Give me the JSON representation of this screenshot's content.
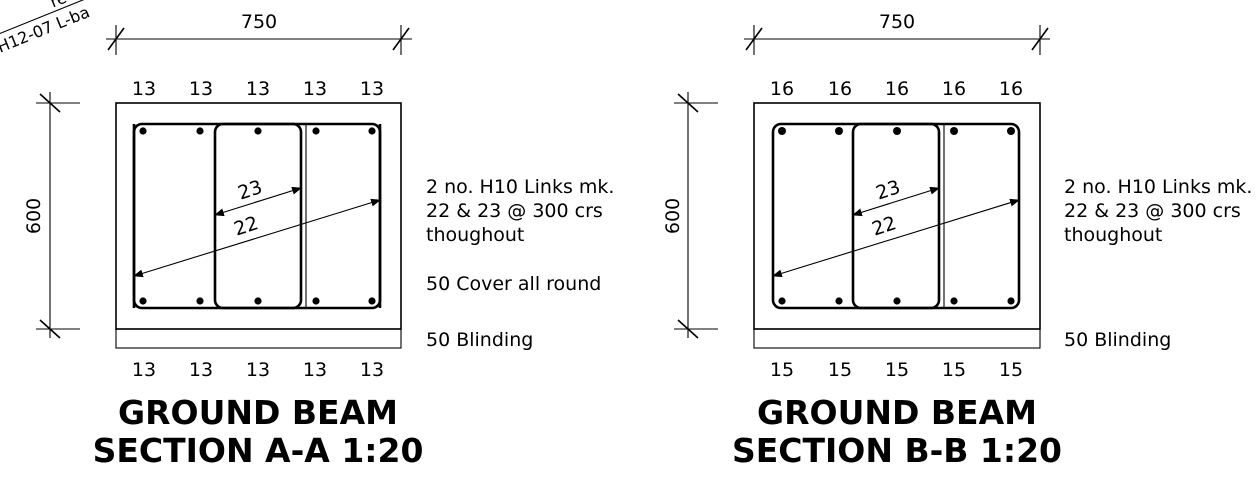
{
  "corner_tag": {
    "line1": "re",
    "line2": "H12-07 L-ba"
  },
  "sections": [
    {
      "id": "A-A",
      "width_dim": "750",
      "depth_dim": "600",
      "top_bar_labels": [
        "13",
        "13",
        "13",
        "13",
        "13"
      ],
      "bottom_bar_labels": [
        "13",
        "13",
        "13",
        "13",
        "13"
      ],
      "link_mark_inner": "23",
      "link_mark_outer": "22",
      "notes": {
        "links_line1": "2 no. H10 Links mk.",
        "links_line2": "22 & 23 @ 300 crs",
        "links_line3": "thoughout",
        "cover": "50 Cover all round",
        "blinding": "50 Blinding"
      },
      "title_line1": "GROUND BEAM",
      "title_line2": "SECTION A-A 1:20"
    },
    {
      "id": "B-B",
      "width_dim": "750",
      "depth_dim": "600",
      "top_bar_labels": [
        "16",
        "16",
        "16",
        "16",
        "16"
      ],
      "bottom_bar_labels": [
        "15",
        "15",
        "15",
        "15",
        "15"
      ],
      "link_mark_inner": "23",
      "link_mark_outer": "22",
      "notes": {
        "links_line1": "2 no. H10 Links mk.",
        "links_line2": "22 & 23 @ 300 crs",
        "links_line3": "thoughout",
        "blinding": "50 Blinding"
      },
      "title_line1": "GROUND BEAM",
      "title_line2": "SECTION B-B 1:20"
    }
  ]
}
